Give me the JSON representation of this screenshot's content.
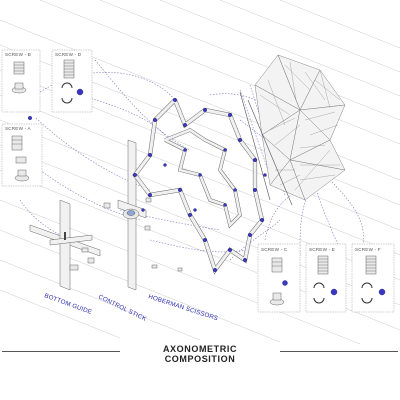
{
  "caption": "AXONOMETRIC COMPOSITION",
  "panels": [
    {
      "label": "SCREW - B"
    },
    {
      "label": "SCREW - D"
    },
    {
      "label": "SCREW - A"
    },
    {
      "label": "SCREW - C"
    },
    {
      "label": "SCREW - E"
    },
    {
      "label": "SCREW - F"
    }
  ],
  "callouts": [
    {
      "label": "BOTTOM GUIDE"
    },
    {
      "label": "CONTROL STICK"
    },
    {
      "label": "HOBERMAN SCISSORS"
    }
  ],
  "colors": {
    "accent": "#2b2bb0",
    "line": "#555555",
    "guide": "#c9c9c9"
  }
}
